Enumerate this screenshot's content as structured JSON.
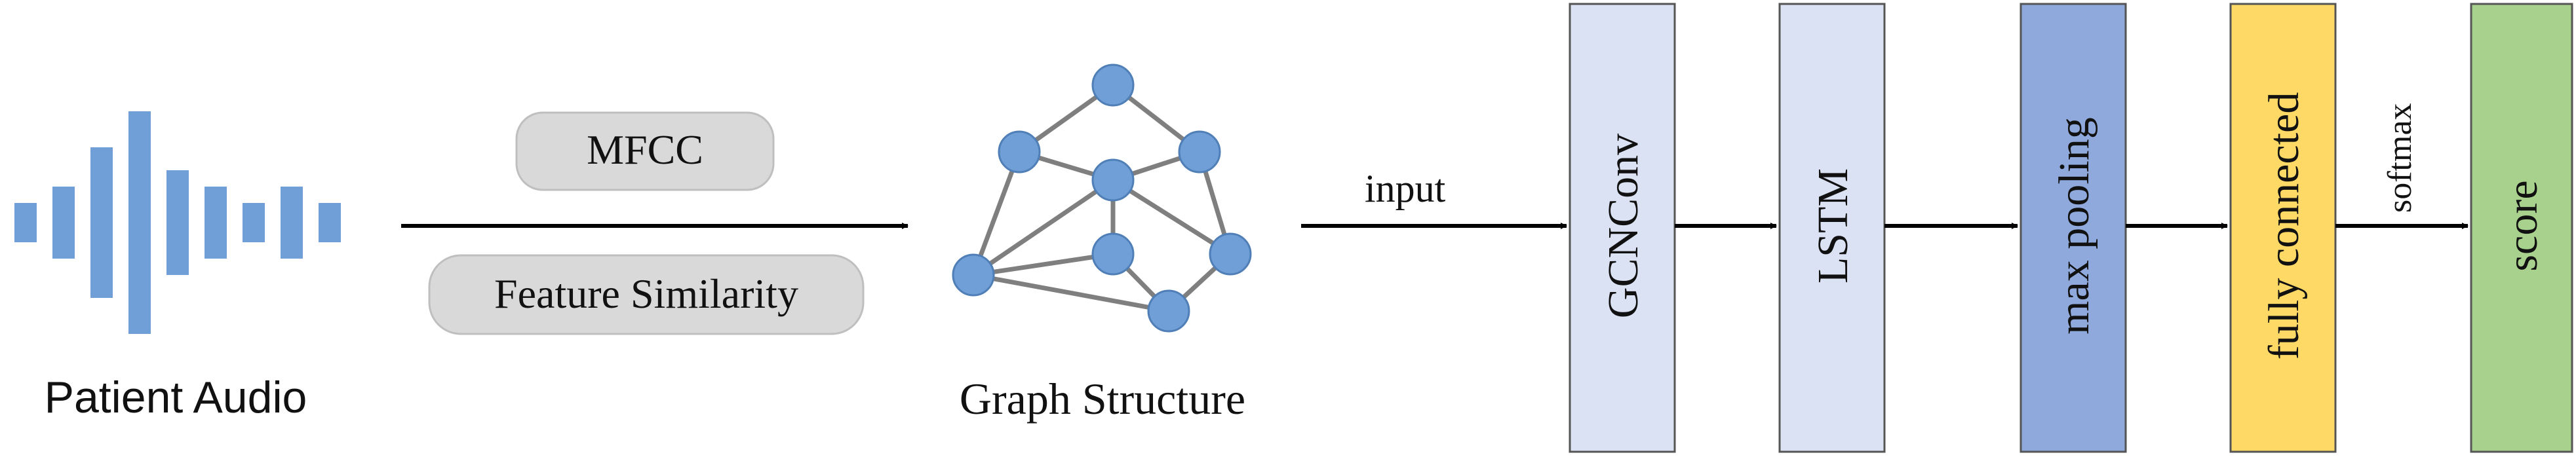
{
  "audio": {
    "label": "Patient Audio",
    "icon": "waveform-icon",
    "color": "#6f9fd6"
  },
  "features": {
    "mfcc": "MFCC",
    "similarity": "Feature Similarity"
  },
  "graph": {
    "label": "Graph Structure",
    "icon": "graph-icon",
    "node_color": "#6f9fd6",
    "edge_color": "#7f7f7f"
  },
  "arrows": {
    "input": "input",
    "softmax": "softmax"
  },
  "blocks": [
    {
      "label": "GCNConv",
      "color": "#dbe2f4"
    },
    {
      "label": "LSTM",
      "color": "#dbe2f4"
    },
    {
      "label": "max pooling",
      "color": "#8fa9dc"
    },
    {
      "label": "fully connected",
      "color": "#ffd966"
    },
    {
      "label": "score",
      "color": "#a9d18e"
    }
  ]
}
